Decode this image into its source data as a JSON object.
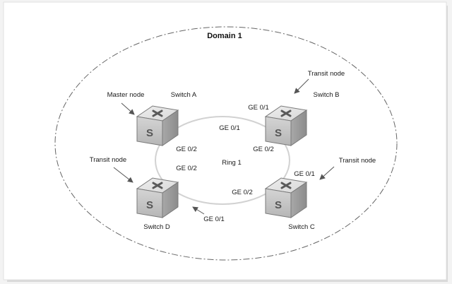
{
  "domain": {
    "title": "Domain 1"
  },
  "ring": {
    "label": "Ring 1"
  },
  "switches": [
    {
      "id": "a",
      "name": "Switch A",
      "role": "Master node"
    },
    {
      "id": "b",
      "name": "Switch B",
      "role": "Transit node"
    },
    {
      "id": "c",
      "name": "Switch C",
      "role": "Transit node"
    },
    {
      "id": "d",
      "name": "Switch D",
      "role": "Transit node"
    }
  ],
  "ports": {
    "a_p1": "GE 0/1",
    "a_p2": "GE 0/2",
    "b_p1": "GE 0/1",
    "b_p2": "GE 0/2",
    "c_p1": "GE 0/1",
    "c_p2": "GE 0/2",
    "d_p1": "GE 0/1",
    "d_p2": "GE 0/2"
  },
  "colors": {
    "background": "#f3f3f3",
    "panel": "#ffffff",
    "domain_border": "#666666",
    "ring_line": "#d6d6d6",
    "switch_front": "#c8c8c8",
    "switch_top": "#e4e4e4",
    "switch_side": "#9e9e9e",
    "arrow": "#555555"
  },
  "icons": {
    "switch": "network-switch-icon"
  }
}
